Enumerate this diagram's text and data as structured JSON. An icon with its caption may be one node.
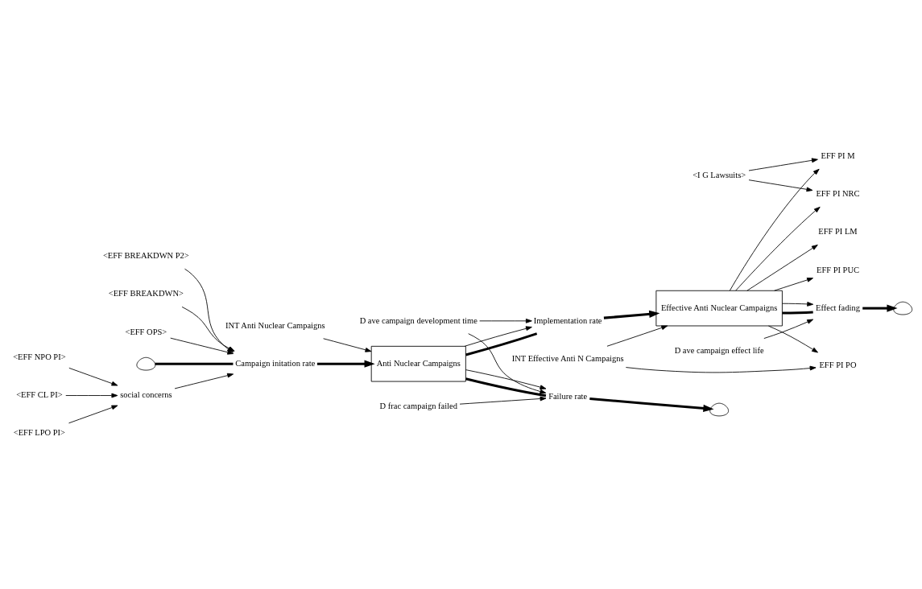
{
  "diagram": {
    "nodes": [
      {
        "text": [
          "<EFF BREAKDWN P2>"
        ]
      },
      {
        "text": [
          "<EFF BREAKDWN>"
        ]
      },
      {
        "text": [
          "<EFF OPS>"
        ]
      },
      {
        "text": [
          "INT Anti Nuclear Campaigns"
        ]
      },
      {
        "text": [
          "<I G Lawsuits>"
        ]
      },
      {
        "text": [
          "EFF PI M"
        ]
      },
      {
        "text": [
          "INT Effective Anti N Campaigns"
        ]
      },
      {
        "text": [
          "EFF PI NRC"
        ]
      },
      {
        "text": [
          "EFF PI LM"
        ]
      },
      {
        "text": [
          "EFF PI PUC"
        ]
      },
      {
        "text": [
          "EFF PI PO"
        ]
      },
      {
        "text": [],
        "shape": "cloud"
      },
      {
        "text": [
          "Campaign initation rate"
        ]
      },
      {
        "text": [
          "Anti Nuclear Campaigns"
        ]
      },
      {
        "text": [
          "Implementation rate"
        ]
      },
      {
        "text": [
          "Effective Anti Nuclear Campaigns"
        ]
      },
      {
        "text": [
          "Effect fading"
        ]
      },
      {
        "text": [],
        "shape": "cloud"
      },
      {
        "text": [
          "D ave campaign development time"
        ]
      },
      {
        "text": [
          "social concerns"
        ]
      },
      {
        "text": [
          "Failure rate"
        ]
      },
      {
        "text": [],
        "shape": "cloud"
      },
      {
        "text": [
          "D ave campaign effect life"
        ]
      },
      {
        "text": [
          "D frac campaign failed"
        ]
      },
      {
        "text": [
          "<EFF NPO PI>"
        ]
      },
      {
        "text": [
          "<EFF CL PI>"
        ]
      },
      {
        "text": [
          "<EFF LPO PI>"
        ]
      }
    ],
    "edges": [
      {
        "from": 0,
        "to": 12,
        "arrow": "to"
      },
      {
        "from": 1,
        "to": 12,
        "arrow": "to"
      },
      {
        "from": 2,
        "to": 12,
        "arrow": "to"
      },
      {
        "from": 3,
        "to": 13,
        "arrow": "to"
      },
      {
        "from": 4,
        "to": 5,
        "arrow": "to"
      },
      {
        "from": 4,
        "to": 7,
        "arrow": "to"
      },
      {
        "from": 6,
        "to": 15,
        "arrow": "to"
      },
      {
        "from": 6,
        "to": 10,
        "arrow": "to"
      },
      {
        "from": 15,
        "to": 5,
        "arrow": "to"
      },
      {
        "from": 15,
        "to": 7,
        "arrow": "to"
      },
      {
        "from": 15,
        "to": 8,
        "arrow": "to"
      },
      {
        "from": 15,
        "to": 9,
        "arrow": "to"
      },
      {
        "from": 15,
        "to": 10,
        "arrow": "to"
      },
      {
        "from": 11,
        "to": 12,
        "arrow": "none",
        "style": "thick"
      },
      {
        "from": 12,
        "to": 13,
        "arrow": "to",
        "style": "thick"
      },
      {
        "from": 13,
        "to": 14,
        "arrow": "none",
        "style": "thick"
      },
      {
        "from": 14,
        "to": 15,
        "arrow": "to",
        "style": "thick"
      },
      {
        "from": 15,
        "to": 16,
        "arrow": "none",
        "style": "thick"
      },
      {
        "from": 16,
        "to": 17,
        "arrow": "to",
        "style": "thick"
      },
      {
        "from": 13,
        "to": 20,
        "arrow": "none",
        "style": "thick"
      },
      {
        "from": 20,
        "to": 21,
        "arrow": "to",
        "style": "thick"
      },
      {
        "from": 13,
        "to": 14,
        "arrow": "to"
      },
      {
        "from": 13,
        "to": 20,
        "arrow": "to"
      },
      {
        "from": 18,
        "to": 14,
        "arrow": "to"
      },
      {
        "from": 18,
        "to": 20,
        "arrow": "to"
      },
      {
        "from": 15,
        "to": 16,
        "arrow": "to"
      },
      {
        "from": 22,
        "to": 16,
        "arrow": "to"
      },
      {
        "from": 23,
        "to": 20,
        "arrow": "to"
      },
      {
        "from": 19,
        "to": 12,
        "arrow": "to"
      },
      {
        "from": 24,
        "to": 19,
        "arrow": "to"
      },
      {
        "from": 25,
        "to": 19,
        "arrow": "to"
      },
      {
        "from": 26,
        "to": 19,
        "arrow": "to"
      }
    ]
  }
}
